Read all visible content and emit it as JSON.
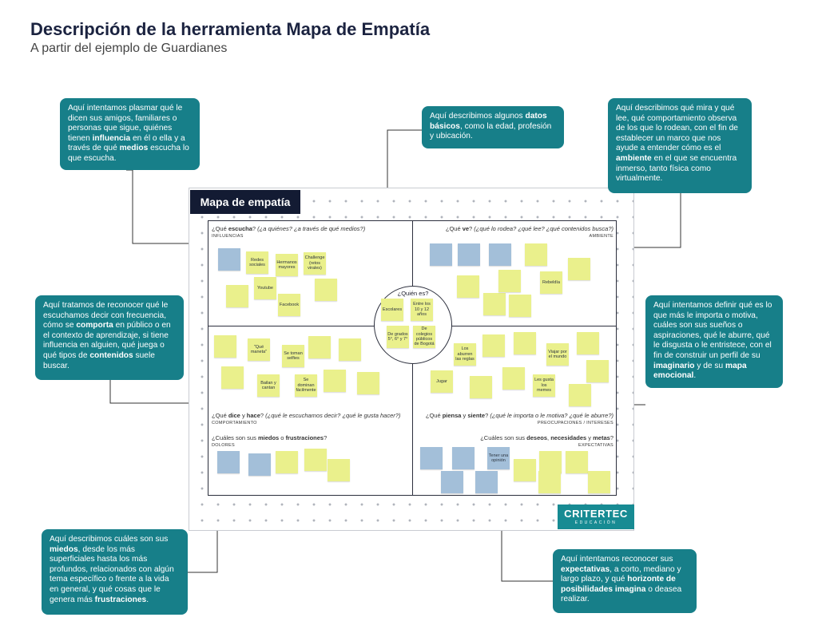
{
  "header": {
    "title": "Descripción de la herramienta Mapa de Empatía",
    "subtitle": "A partir del ejemplo de Guardianes"
  },
  "board": {
    "title": "Mapa de empatía",
    "who": "¿Quién es?",
    "quadrants": {
      "escucha": {
        "pre": "¿Qué ",
        "bold": "escucha",
        "post": "?",
        "italic": " (¿a quiénes? ¿a través de qué medios?)",
        "caption": "INFLUENCIAS"
      },
      "ve": {
        "pre": "¿Qué ",
        "bold": "ve",
        "post": "?",
        "italic": " (¿qué lo rodea? ¿qué lee? ¿qué contenidos busca?)",
        "caption": "AMBIENTE"
      },
      "dice": {
        "pre": "¿Qué ",
        "bold": "dice",
        "mid": " y ",
        "bold2": "hace",
        "post": "?",
        "italic": " (¿qué le escuchamos decir? ¿qué le gusta hacer?)",
        "caption": "COMPORTAMIENTO"
      },
      "piensa": {
        "pre": "¿Qué ",
        "bold": "piensa",
        "mid": " y ",
        "bold2": "siente",
        "post": "?",
        "italic": " (¿qué le importa o le motiva? ¿qué le aburre?)",
        "caption": "PREOCUPACIONES / INTERESES"
      },
      "miedos": {
        "pre": "¿Cuáles son sus ",
        "bold": "miedos",
        "mid": " o ",
        "bold2": "frustraciones",
        "post": "?",
        "caption": "DOLORES"
      },
      "deseos": {
        "pre": "¿Cuáles son sus ",
        "bold": "deseos",
        "mid": ", ",
        "bold2": "necesidades",
        "mid2": " y ",
        "bold3": "metas",
        "post": "?",
        "caption": "EXPECTATIVAS"
      }
    },
    "notes": {
      "n1": "Redes sociales",
      "n2": "Hermanos mayores",
      "n3": "Challenge (retos virales)",
      "n4": "Youtube",
      "n5": "Facebook",
      "n6": "Escolares",
      "n7": "Entre los 10 y 12 años",
      "n8": "De grados 5°, 6° y 7°",
      "n9": "De colegios públicos de Bogotá",
      "n10": "Rebeldía",
      "n11": "\"Qué maneta\"",
      "n12": "Se toman selfies",
      "n13": "Bailan y cantan",
      "n14": "Se dominan fácilmente",
      "n15": "Los aburren las reglas",
      "n16": "Viajar por el mundo",
      "n17": "Jugar",
      "n18": "Les gusta los memes",
      "n19": "Tener una opinión"
    },
    "logo": {
      "main": "CRITERTEC",
      "sub": "EDUCACIÓN"
    }
  },
  "callouts": {
    "top_left": {
      "t1": "Aquí intentamos plasmar qué le dicen sus amigos, familiares o personas que sigue, quiénes tienen ",
      "b1": "influencia",
      "t2": " en él o ella y a través de qué ",
      "b2": "medios",
      "t3": " escucha lo que escucha."
    },
    "top_center": {
      "t1": "Aquí describimos algunos ",
      "b1": "datos básicos",
      "t2": ", como la edad, profesión y ubicación."
    },
    "top_right": {
      "t1": "Aquí describimos qué mira y qué lee, qué comportamiento observa de los que lo rodean, con el fin de establecer un marco que nos ayude a entender cómo es el ",
      "b1": "ambiente",
      "t2": " en el que se encuentra inmerso, tanto física como virtualmente."
    },
    "mid_left": {
      "t1": "Aquí tratamos de reconocer qué le escuchamos decir con frecuencia, cómo se ",
      "b1": "comporta",
      "t2": " en público o en el contexto de aprendizaje, si tiene influencia en alguien, qué juega o qué tipos de ",
      "b2": "contenidos",
      "t3": " suele buscar."
    },
    "mid_right": {
      "t1": "Aquí intentamos definir qué es lo que más le importa o motiva, cuáles son sus sueños o aspiraciones, qué le aburre, qué le disgusta o le entristece, con el fin de construir un perfil de su ",
      "b1": "imaginario",
      "t2": " y de su ",
      "b2": "mapa emocional",
      "t3": "."
    },
    "bottom_left": {
      "t1": "Aquí describimos cuáles son sus ",
      "b1": "miedos",
      "t2": ", desde los más superficiales hasta los más profundos, relacionados con algún tema específico o frente a la vida en general, y qué cosas que le genera más ",
      "b2": "frustraciones",
      "t3": "."
    },
    "bottom_right": {
      "t1": "Aquí intentamos reconocer sus ",
      "b1": "expectativas",
      "t2": ", a corto, mediano y largo plazo, y qué ",
      "b2": "horizonte de posibilidades imagina",
      "t3": " o deasea realizar."
    }
  },
  "colors": {
    "teal": "#177f89",
    "navy": "#131b33",
    "note_blue": "#a3bfd9",
    "note_yellow": "#eaf08c"
  }
}
